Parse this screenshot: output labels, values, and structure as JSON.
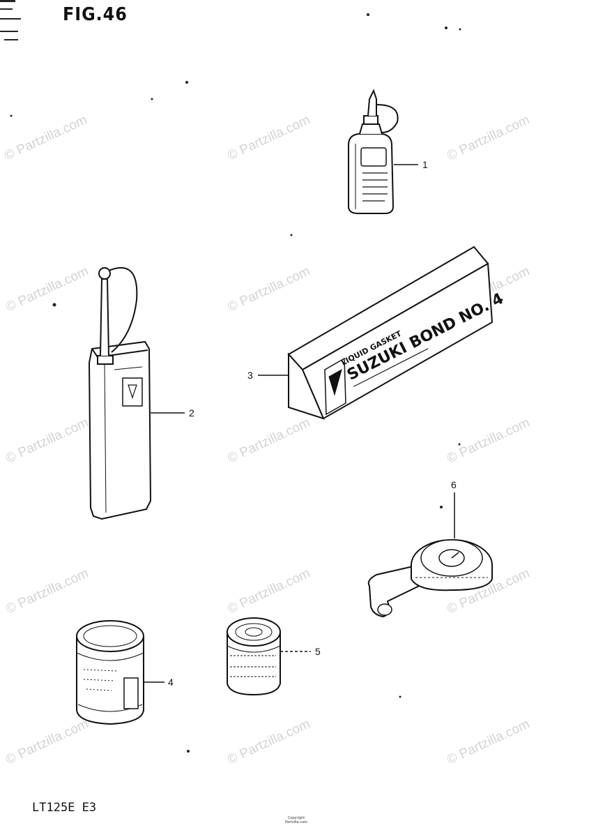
{
  "figure": {
    "title": "FIG.46",
    "model": "LT125E E3",
    "copyright_line1": "Copyright",
    "copyright_line2": "Partzilla.com",
    "watermark": "© Partzilla.com"
  },
  "callouts": [
    "1",
    "2",
    "3",
    "4",
    "5",
    "6"
  ],
  "package_text": {
    "line1": "LIQUID GASKET",
    "line2": "SUZUKI BOND NO. 4"
  },
  "parts": [
    {
      "ref": "1",
      "name": "oil-bottle"
    },
    {
      "ref": "2",
      "name": "oil-can"
    },
    {
      "ref": "3",
      "name": "bond-box"
    },
    {
      "ref": "4",
      "name": "tin-can-large"
    },
    {
      "ref": "5",
      "name": "tin-can-small"
    },
    {
      "ref": "6",
      "name": "pressure-gauge"
    }
  ]
}
